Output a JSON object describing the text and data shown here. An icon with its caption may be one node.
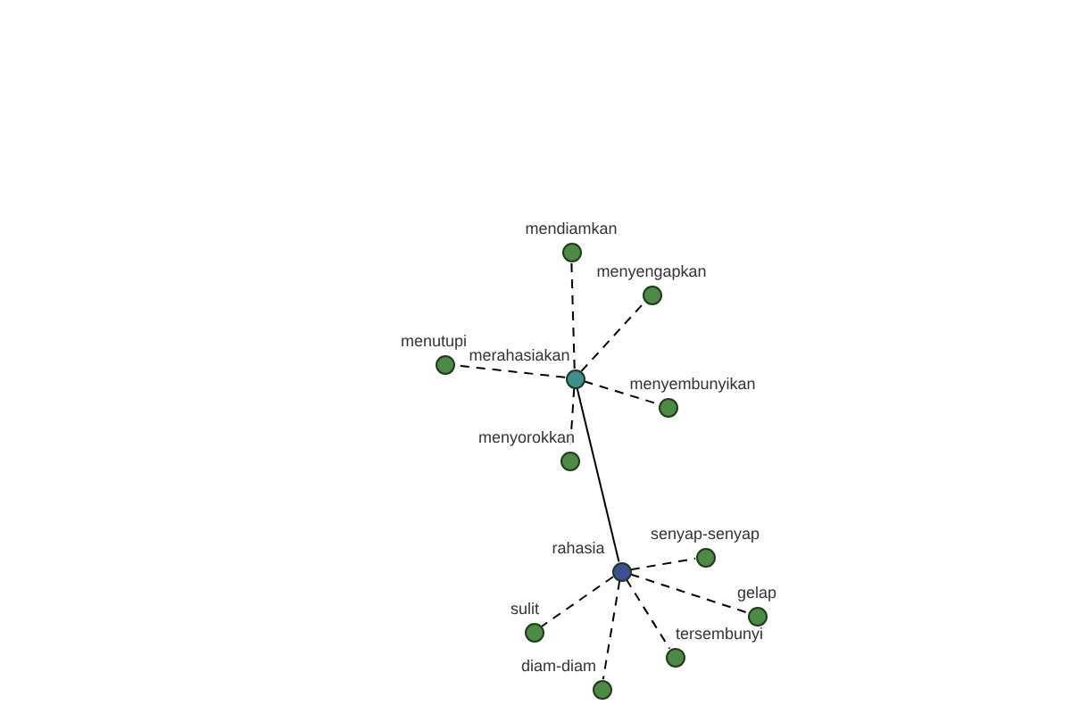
{
  "diagram": {
    "nodes": [
      {
        "text": [
          "mendiamkan"
        ]
      },
      {
        "text": [
          "menyengapkan"
        ]
      },
      {
        "text": [
          "menutupi"
        ]
      },
      {
        "text": [
          "merahasiakan"
        ]
      },
      {
        "text": [
          "menyembunyikan"
        ]
      },
      {
        "text": [
          "menyorokkan"
        ]
      },
      {
        "text": [
          "rahasia"
        ]
      },
      {
        "text": [
          "senyap-senyap"
        ]
      },
      {
        "text": [
          "gelap"
        ]
      },
      {
        "text": [
          "sulit"
        ]
      },
      {
        "text": [
          "tersembunyi"
        ]
      },
      {
        "text": [
          "diam-diam"
        ]
      }
    ],
    "edges": [
      {
        "from": 3,
        "to": 0,
        "arrow": "none",
        "style": "dashed"
      },
      {
        "from": 3,
        "to": 1,
        "arrow": "none",
        "style": "dashed"
      },
      {
        "from": 3,
        "to": 2,
        "arrow": "none",
        "style": "dashed"
      },
      {
        "from": 3,
        "to": 4,
        "arrow": "none",
        "style": "dashed"
      },
      {
        "from": 3,
        "to": 5,
        "arrow": "none",
        "style": "dashed"
      },
      {
        "from": 3,
        "to": 6,
        "arrow": "none"
      },
      {
        "from": 6,
        "to": 7,
        "arrow": "none",
        "style": "dashed"
      },
      {
        "from": 6,
        "to": 8,
        "arrow": "none",
        "style": "dashed"
      },
      {
        "from": 6,
        "to": 9,
        "arrow": "none",
        "style": "dashed"
      },
      {
        "from": 6,
        "to": 10,
        "arrow": "none",
        "style": "dashed"
      },
      {
        "from": 6,
        "to": 11,
        "arrow": "none",
        "style": "dashed"
      }
    ]
  }
}
